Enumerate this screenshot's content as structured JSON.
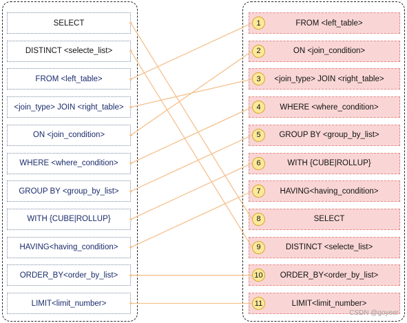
{
  "written_order": [
    {
      "label": "SELECT",
      "tone": "dark"
    },
    {
      "label": "DISTINCT  <selecte_list>",
      "tone": "dark"
    },
    {
      "label": "FROM <left_table>",
      "tone": "blue"
    },
    {
      "label": "<join_type> JOIN <right_table>",
      "tone": "blue"
    },
    {
      "label": "ON  <join_condition>",
      "tone": "blue"
    },
    {
      "label": "WHERE <where_condition>",
      "tone": "blue"
    },
    {
      "label": "GROUP BY <group_by_list>",
      "tone": "blue"
    },
    {
      "label": "WITH {CUBE|ROLLUP}",
      "tone": "blue"
    },
    {
      "label": "HAVING<having_condition>",
      "tone": "blue"
    },
    {
      "label": "ORDER_BY<order_by_list>",
      "tone": "blue"
    },
    {
      "label": "LIMIT<limit_number>",
      "tone": "blue"
    }
  ],
  "execution_order": [
    {
      "step": "1",
      "label": "FROM <left_table>",
      "from_index": 2
    },
    {
      "step": "2",
      "label": "ON  <join_condition>",
      "from_index": 4
    },
    {
      "step": "3",
      "label": "<join_type> JOIN <right_table>",
      "from_index": 3
    },
    {
      "step": "4",
      "label": "WHERE <where_condition>",
      "from_index": 5
    },
    {
      "step": "5",
      "label": "GROUP BY <group_by_list>",
      "from_index": 6
    },
    {
      "step": "6",
      "label": "WITH {CUBE|ROLLUP}",
      "from_index": 7
    },
    {
      "step": "7",
      "label": "HAVING<having_condition>",
      "from_index": 8
    },
    {
      "step": "8",
      "label": "SELECT",
      "from_index": 0
    },
    {
      "step": "9",
      "label": "DISTINCT  <selecte_list>",
      "from_index": 1
    },
    {
      "step": "10",
      "label": "ORDER_BY<order_by_list>",
      "from_index": 9
    },
    {
      "step": "11",
      "label": "LIMIT<limit_number>",
      "from_index": 10
    }
  ],
  "colors": {
    "connector": "#f5c18e",
    "right_box_fill": "#f9d6d5",
    "badge_fill": "#fbe89a"
  },
  "watermark": "CSDN @goyeer"
}
